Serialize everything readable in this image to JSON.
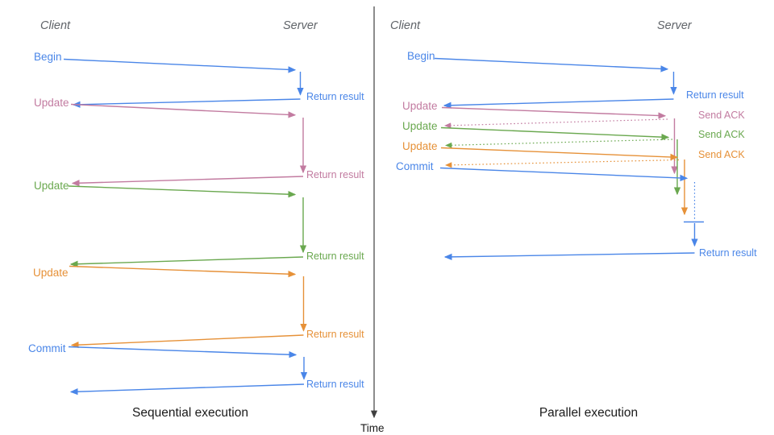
{
  "colors": {
    "blue": "#4a86e8",
    "pink": "#c27ba0",
    "green": "#6aa84f",
    "orange": "#e69138",
    "axis": "#3f3f3f",
    "heading": "#5f6368",
    "title": "#1a1a1a"
  },
  "time_label": "Time",
  "sequential": {
    "title": "Sequential execution",
    "client_label": "Client",
    "server_label": "Server",
    "messages": [
      {
        "label": "Begin",
        "color": "blue",
        "response": "Return result"
      },
      {
        "label": "Update",
        "color": "pink",
        "response": "Return result"
      },
      {
        "label": "Update",
        "color": "green",
        "response": "Return result"
      },
      {
        "label": "Update",
        "color": "orange",
        "response": "Return result"
      },
      {
        "label": "Commit",
        "color": "blue",
        "response": "Return result"
      }
    ]
  },
  "parallel": {
    "title": "Parallel execution",
    "client_label": "Client",
    "server_label": "Server",
    "messages": [
      {
        "label": "Begin",
        "color": "blue",
        "response": "Return result"
      },
      {
        "label": "Update",
        "color": "pink",
        "response": "Send ACK"
      },
      {
        "label": "Update",
        "color": "green",
        "response": "Send ACK"
      },
      {
        "label": "Update",
        "color": "orange",
        "response": "Send ACK"
      },
      {
        "label": "Commit",
        "color": "blue",
        "response": "Return result"
      }
    ]
  }
}
